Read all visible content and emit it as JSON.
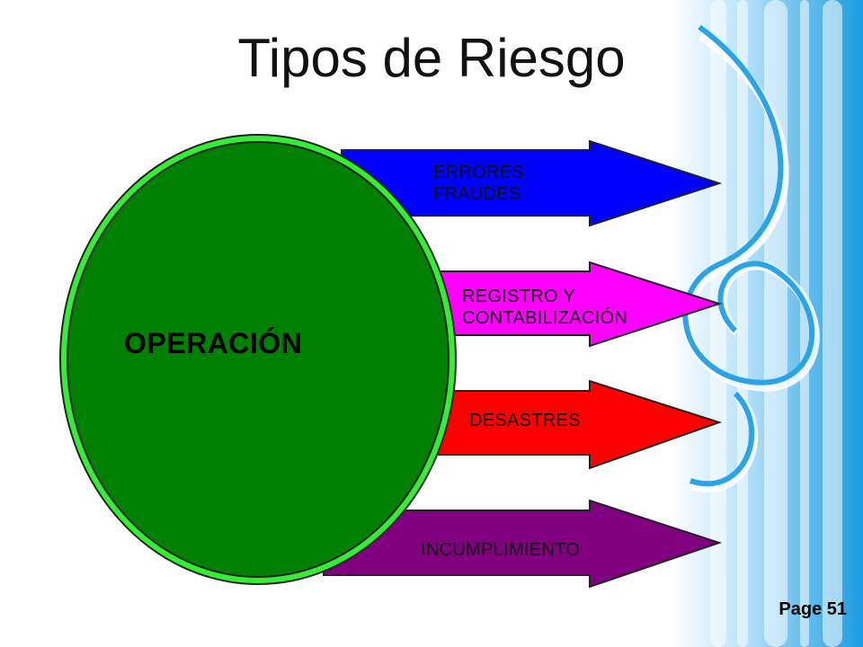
{
  "slide": {
    "title": "Tipos de Riesgo",
    "page_label": "Page 51",
    "center_label": "OPERACIÓN",
    "arrows": [
      {
        "line1": "ERRORES",
        "line2": "FRAUDES",
        "color": "#0000ff"
      },
      {
        "line1": "REGISTRO Y",
        "line2": "CONTABILIZACIÓN",
        "color": "#ff00ff"
      },
      {
        "line1": "DESASTRES",
        "line2": "",
        "color": "#ff0000"
      },
      {
        "line1": "INCUMPLIMIENTO",
        "line2": "",
        "color": "#800080"
      }
    ],
    "colors": {
      "ellipse_fill": "#008000",
      "ellipse_border": "#33ee33",
      "decor_blue": "#1e9fe0"
    }
  }
}
